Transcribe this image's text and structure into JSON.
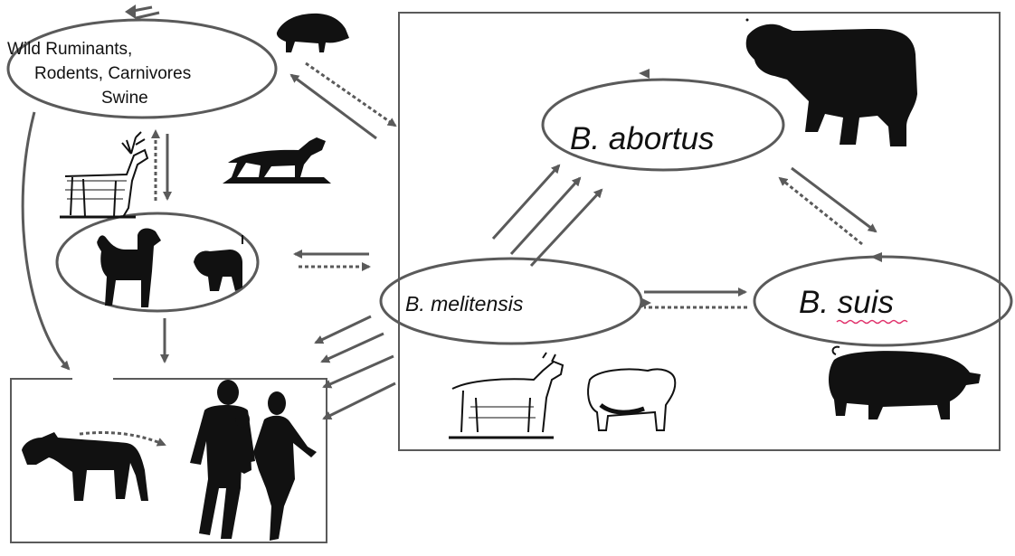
{
  "wildlife_label": {
    "line1": "Wild Ruminants,",
    "line2": "Rodents, Carnivores",
    "line3": "Swine"
  },
  "species": {
    "abortus": "B. abortus",
    "melitensis": "B. melitensis",
    "suis": "B. suis"
  },
  "colors": {
    "stroke": "#5a5a5a",
    "silhouette": "#111111",
    "spellcheck_underline": "#e0306a"
  },
  "icons": [
    "wild-boar-icon",
    "deer-icon",
    "wolf-icon",
    "dog-icon",
    "ferret-icon",
    "cow-icon",
    "goat-icon",
    "sheep-icon",
    "pig-icon",
    "horse-icon",
    "humans-icon"
  ]
}
